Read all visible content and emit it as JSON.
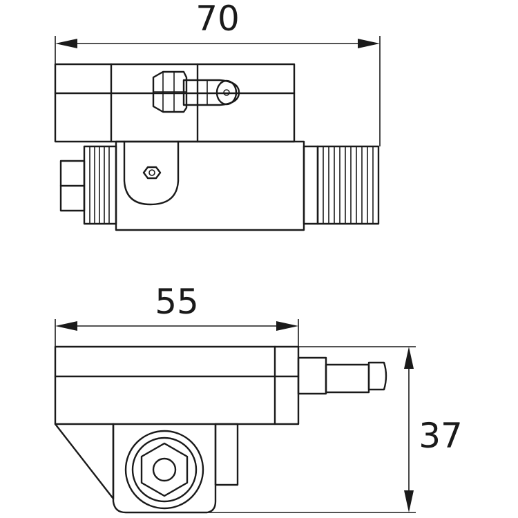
{
  "dimensions": {
    "top_width": "70",
    "bottom_width": "55",
    "bottom_height": "37"
  }
}
